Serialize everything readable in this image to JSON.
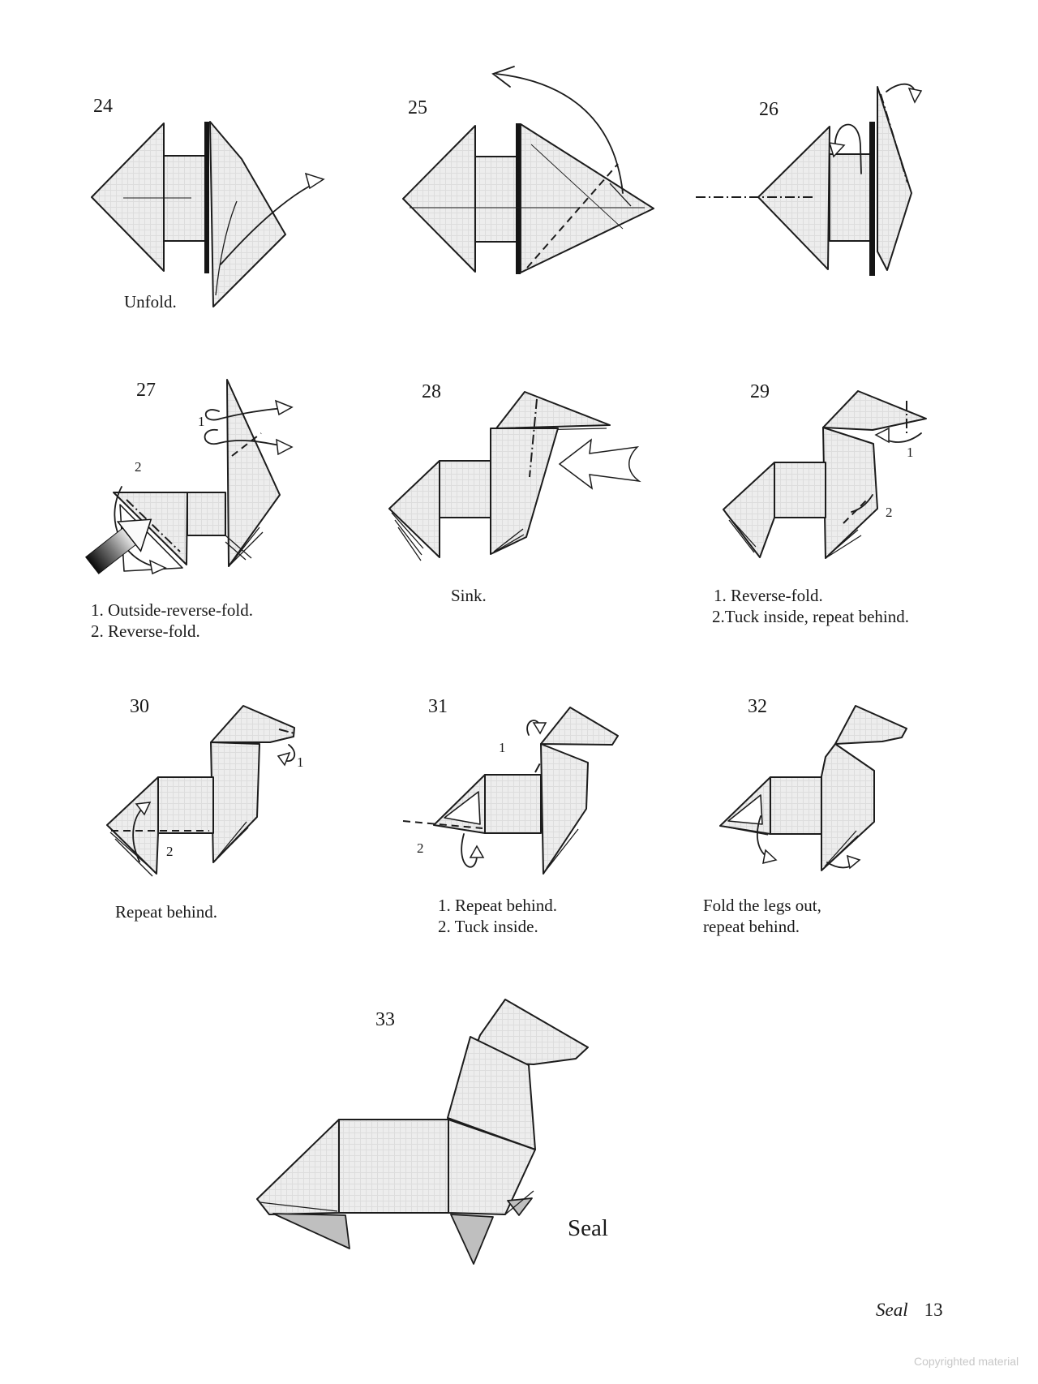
{
  "colors": {
    "paper": "#ededed",
    "paper_grid": "#dcdcdc",
    "paper_dark": "#bfbfbf",
    "ink": "#1c1c1c",
    "watermark": "#c8c8c8"
  },
  "steps": {
    "s24": {
      "num": "24",
      "caption": "Unfold."
    },
    "s25": {
      "num": "25"
    },
    "s26": {
      "num": "26"
    },
    "s27": {
      "num": "27",
      "label1": "1",
      "label2": "2",
      "caption1": "1. Outside-reverse-fold.",
      "caption2": "2. Reverse-fold."
    },
    "s28": {
      "num": "28",
      "caption": "Sink."
    },
    "s29": {
      "num": "29",
      "label1": "1",
      "label2": "2",
      "caption1": "1. Reverse-fold.",
      "caption2": "2.Tuck inside, repeat behind."
    },
    "s30": {
      "num": "30",
      "label1": "1",
      "label2": "2",
      "caption": "Repeat behind."
    },
    "s31": {
      "num": "31",
      "label1": "1",
      "label2": "2",
      "caption1": "1. Repeat behind.",
      "caption2": "2. Tuck inside."
    },
    "s32": {
      "num": "32",
      "caption1": "Fold the legs out,",
      "caption2": "repeat behind."
    },
    "s33": {
      "num": "33",
      "model_name": "Seal"
    }
  },
  "footer": {
    "book_section": "Seal",
    "page_number": "13"
  },
  "watermark": "Copyrighted material"
}
